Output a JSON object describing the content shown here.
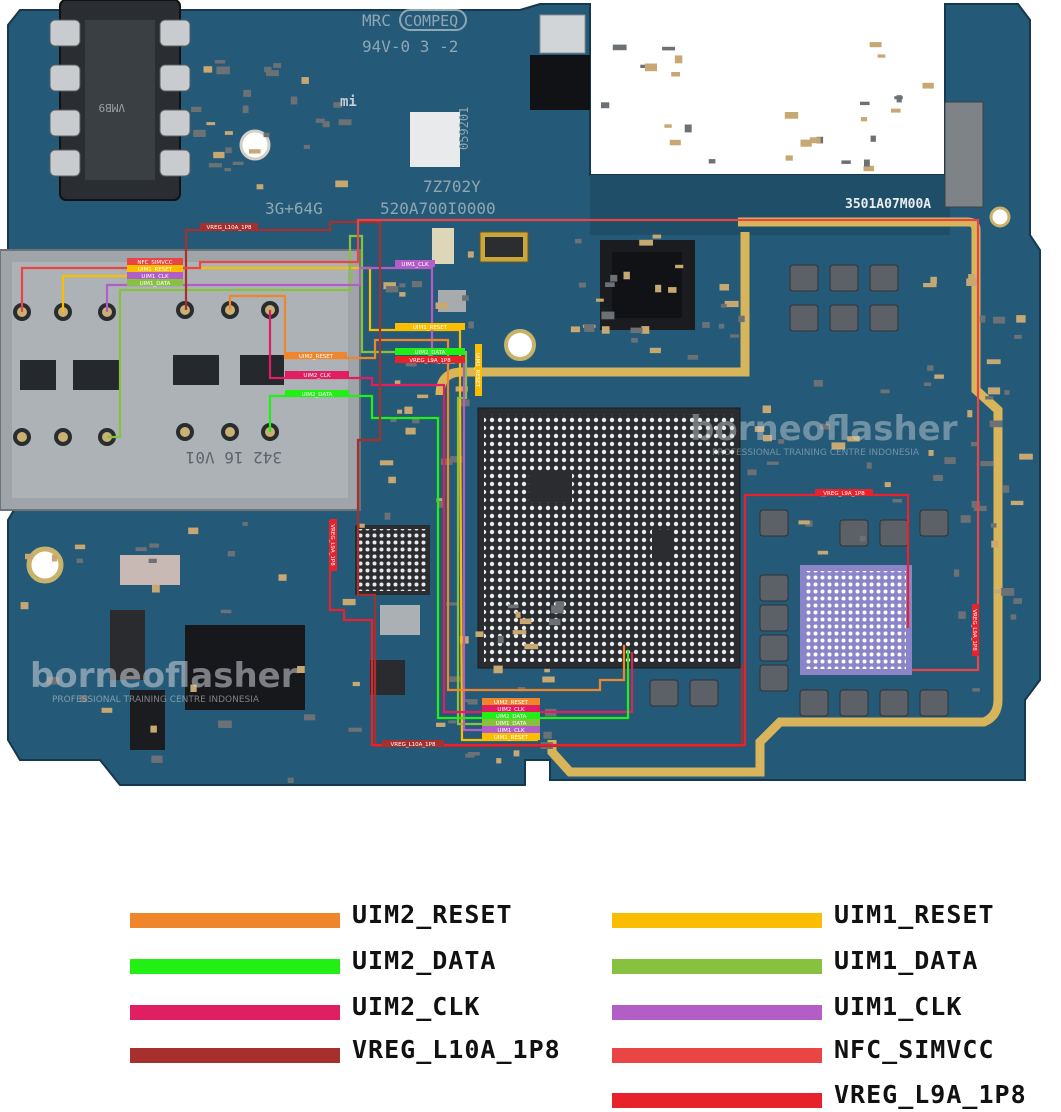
{
  "board": {
    "silkscreen": {
      "maker": "MRC",
      "badge": "COMPEQ",
      "rating": "94V-0 3 -2",
      "vendor_mark": "mi",
      "code_a": "059201",
      "code_b": "7Z702Y",
      "memory": "3G+64G",
      "board_id": "520A700I0000",
      "model": "3501A07M00A",
      "sim_code": "342 16 V01",
      "jack_code": "VMB9"
    },
    "watermark": {
      "brand": "borneoflasher",
      "tagline": "PROFESSIONAL TRAINING CENTRE INDONESIA"
    },
    "labels": {
      "vreg_l10a": "VREG_L10A_1P8",
      "nfc_simvcc": "NFC_SIMVCC",
      "uim1_reset": "UIM1_RESET",
      "uim1_clk": "UIM1_CLK",
      "uim1_data": "UIM1_DATA",
      "uim2_reset": "UIM2_RESET",
      "uim2_clk": "UIM2_CLK",
      "uim2_data": "UIM2_DATA",
      "vreg_l9a": "VREG_L9A_1P8"
    }
  },
  "legend": {
    "items": [
      {
        "label": "UIM2_RESET",
        "color": "#f0862c"
      },
      {
        "label": "UIM1_RESET",
        "color": "#fbbd00"
      },
      {
        "label": "UIM2_DATA",
        "color": "#22f014"
      },
      {
        "label": "UIM1_DATA",
        "color": "#86c23f"
      },
      {
        "label": "UIM2_CLK",
        "color": "#e01f63"
      },
      {
        "label": "UIM1_CLK",
        "color": "#b35ec7"
      },
      {
        "label": "VREG_L10A_1P8",
        "color": "#a6302e"
      },
      {
        "label": "NFC_SIMVCC",
        "color": "#e94545"
      },
      {
        "label": "VREG_L9A_1P8",
        "color": "#e8222b"
      }
    ]
  }
}
